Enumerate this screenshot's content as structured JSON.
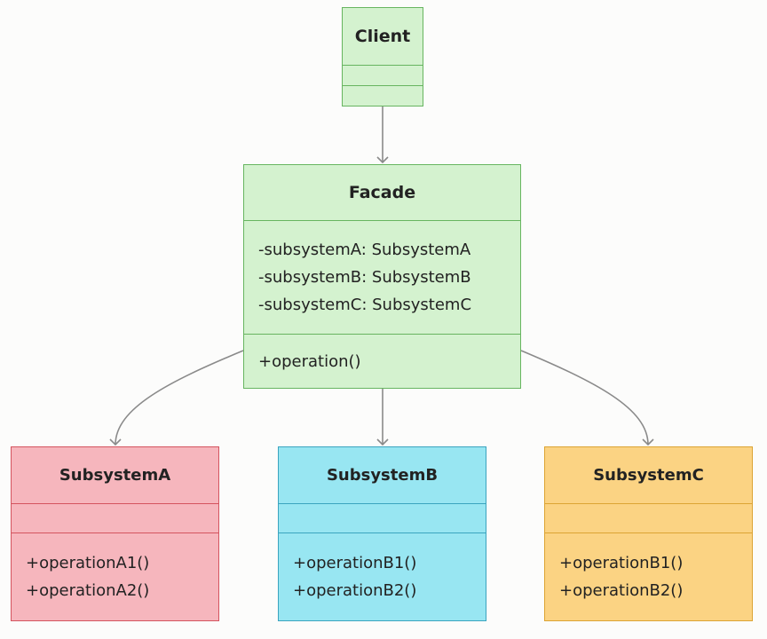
{
  "client": {
    "name": "Client"
  },
  "facade": {
    "name": "Facade",
    "attributes": [
      "-subsystemA: SubsystemA",
      "-subsystemB: SubsystemB",
      "-subsystemC: SubsystemC"
    ],
    "operations": [
      "+operation()"
    ]
  },
  "subsystems": [
    {
      "name": "SubsystemA",
      "operations": [
        "+operationA1()",
        "+operationA2()"
      ],
      "color": "#f6b6bd"
    },
    {
      "name": "SubsystemB",
      "operations": [
        "+operationB1()",
        "+operationB2()"
      ],
      "color": "#98e6f2"
    },
    {
      "name": "SubsystemC",
      "operations": [
        "+operationB1()",
        "+operationB2()"
      ],
      "color": "#fbd383"
    }
  ],
  "colors": {
    "facade_fill": "#d4f2cf",
    "arrow": "#8a8a8a"
  }
}
